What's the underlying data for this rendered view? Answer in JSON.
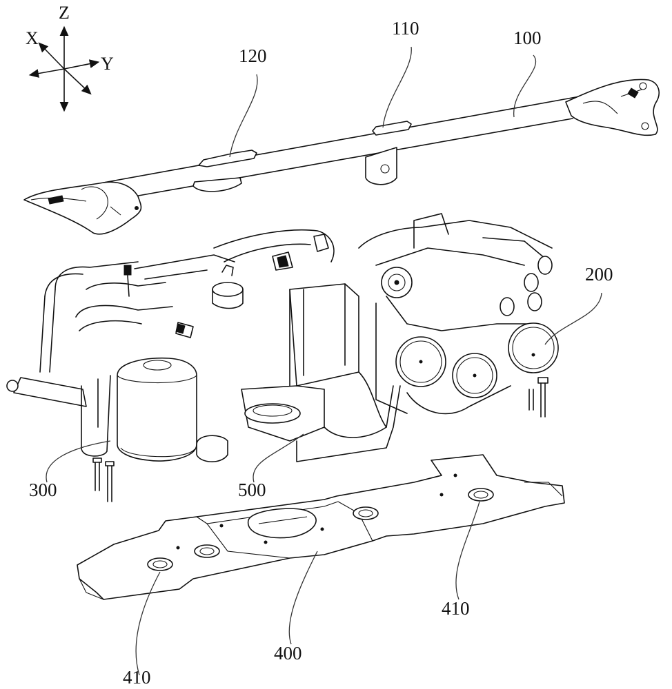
{
  "figure": {
    "type": "patent exploded-view line drawing",
    "axes": {
      "x_label": "X",
      "y_label": "Y",
      "z_label": "Z"
    },
    "reference_labels": {
      "beam": "100",
      "beam_bracket_a": "110",
      "beam_bracket_b": "120",
      "motor_assembly": "200",
      "reservoir": "300",
      "lower_bracket": "400",
      "mount_hole_left": "410",
      "mount_hole_right": "410",
      "housing_bracket": "500"
    },
    "colors": {
      "line": "#111111",
      "background": "#ffffff"
    }
  }
}
